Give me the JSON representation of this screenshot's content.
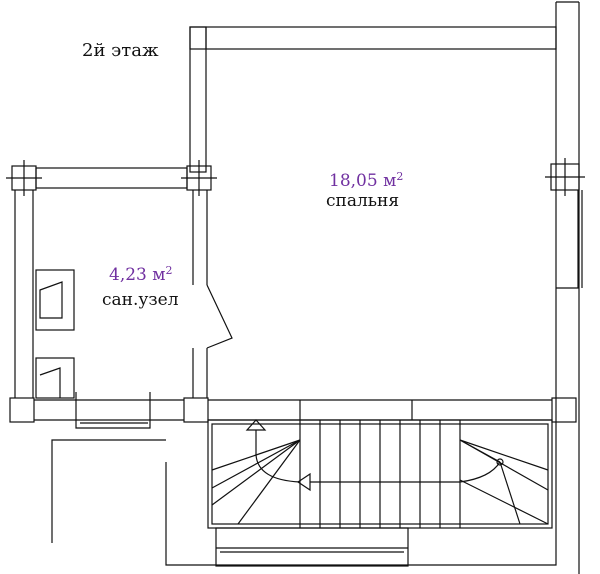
{
  "floor_label": "2й этаж",
  "rooms": [
    {
      "area_value": "18,05",
      "area_unit": "м",
      "area_power": "2",
      "name": "спальня"
    },
    {
      "area_value": "4,23",
      "area_unit": "м",
      "area_power": "2",
      "name": "сан.узел"
    }
  ],
  "colors": {
    "area_text": "#7030a0",
    "lines": "#111111",
    "background": "#ffffff"
  }
}
